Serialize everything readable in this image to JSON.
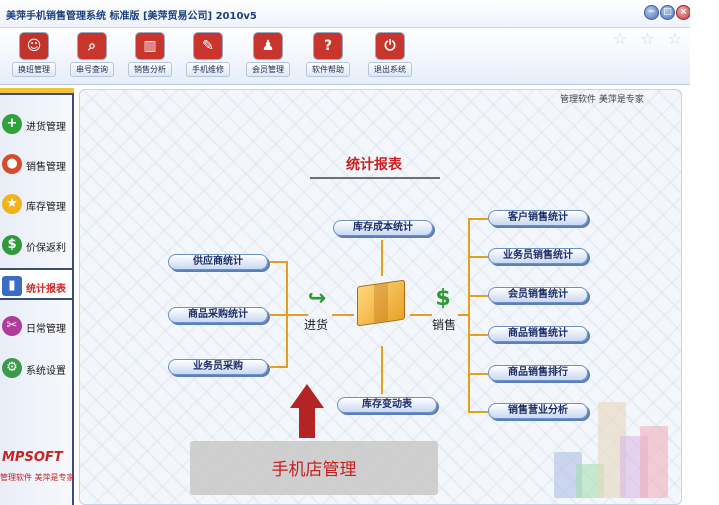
{
  "window": {
    "title": "美萍手机销售管理系统   标准版  [美萍贸易公司]  2010v5",
    "controls": [
      "−",
      "□",
      "×"
    ]
  },
  "toolbar": {
    "items": [
      {
        "label": "换班管理",
        "icon": "users-icon",
        "color": "#c0342b"
      },
      {
        "label": "串号查询",
        "icon": "magnifier-icon",
        "color": "#c7352d"
      },
      {
        "label": "销售分析",
        "icon": "bar-chart-icon",
        "color": "#c7352d"
      },
      {
        "label": "手机维修",
        "icon": "wrench-icon",
        "color": "#c7352d"
      },
      {
        "label": "会员管理",
        "icon": "members-icon",
        "color": "#c7352d"
      },
      {
        "label": "软件帮助",
        "icon": "help-icon",
        "color": "#c7352d"
      },
      {
        "label": "退出系统",
        "icon": "power-icon",
        "color": "#c7352d"
      }
    ]
  },
  "sidebar": {
    "items": [
      {
        "label": "进货管理",
        "icon": "plus-icon",
        "color": "#2fa33a"
      },
      {
        "label": "销售管理",
        "icon": "globe-icon",
        "color": "#d64b2a"
      },
      {
        "label": "库存管理",
        "icon": "star-icon",
        "color": "#f1b21c"
      },
      {
        "label": "价保返利",
        "icon": "dollar-icon",
        "color": "#2f9a3a"
      },
      {
        "label": "统计报表",
        "icon": "report-bars-icon",
        "color": "#3b6cc4",
        "active": true
      },
      {
        "label": "日常管理",
        "icon": "tools-icon",
        "color": "#b23a9a"
      },
      {
        "label": "系统设置",
        "icon": "settings-icon",
        "color": "#3a9a4a"
      }
    ],
    "brand": "MPSOFT",
    "brand_sub": "管理软件 美萍是专家"
  },
  "main": {
    "slogan": "管理软件 美萍是专家",
    "section_title": "统计报表",
    "left_buttons": [
      "供应商统计",
      "商品采购统计",
      "业务员采购"
    ],
    "top_button": "库存成本统计",
    "bottom_button": "库存变动表",
    "right_buttons": [
      "客户销售统计",
      "业务员销售统计",
      "会员销售统计",
      "商品销售统计",
      "商品销售排行",
      "销售营业分析"
    ],
    "purchase_label": "进货",
    "sales_label": "销售",
    "caption": "手机店管理"
  }
}
